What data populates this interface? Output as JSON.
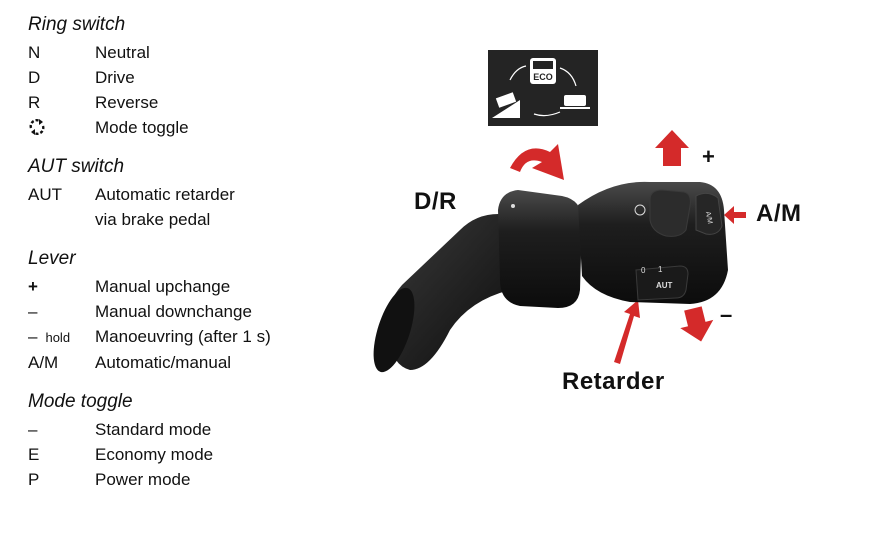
{
  "legend": {
    "ring_switch": {
      "title": "Ring switch",
      "items": [
        {
          "key": "N",
          "label": "Neutral"
        },
        {
          "key": "D",
          "label": "Drive"
        },
        {
          "key": "R",
          "label": "Reverse"
        },
        {
          "key": "",
          "icon": "mode-toggle-icon",
          "label": "Mode toggle"
        }
      ]
    },
    "aut_switch": {
      "title": "AUT switch",
      "items": [
        {
          "key": "AUT",
          "label": "Automatic retarder"
        },
        {
          "key": "",
          "label": "via brake pedal"
        }
      ]
    },
    "lever": {
      "title": "Lever",
      "items": [
        {
          "key": "+",
          "label": "Manual upchange"
        },
        {
          "key": "–",
          "label": "Manual downchange"
        },
        {
          "key": "–",
          "suffix": "hold",
          "label": "Manoeuvring (after 1 s)"
        },
        {
          "key": "A/M",
          "label": "Automatic/manual"
        }
      ]
    },
    "mode_toggle": {
      "title": "Mode toggle",
      "items": [
        {
          "key": "–",
          "label": "Standard mode"
        },
        {
          "key": "E",
          "label": "Economy mode"
        },
        {
          "key": "P",
          "label": "Power mode"
        }
      ]
    }
  },
  "diagram": {
    "labels": {
      "dr": "D/R",
      "am": "A/M",
      "retarder": "Retarder",
      "plus": "+",
      "minus": "–"
    },
    "mode_panel": {
      "eco": "ECO"
    },
    "switch_text": {
      "zero": "0",
      "one": "1",
      "aut": "AUT",
      "am_small": "A/M"
    },
    "colors": {
      "arrow_red": "#d42a2a",
      "body_dark": "#1c1c1c",
      "panel_bg": "#242424"
    }
  }
}
